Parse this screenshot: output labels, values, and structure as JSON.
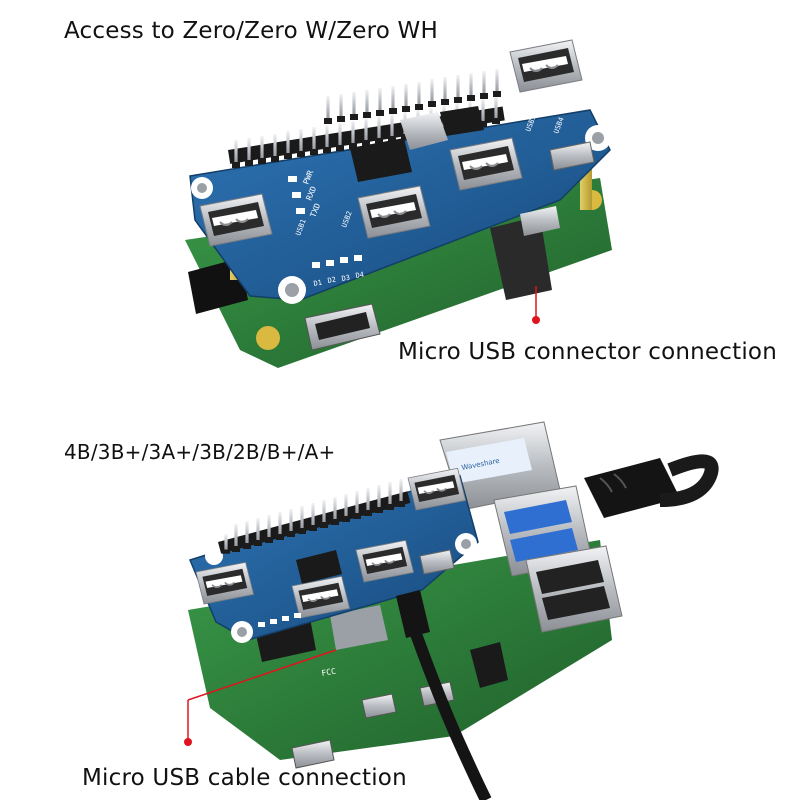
{
  "captions": {
    "top_title": "Access to Zero/Zero W/Zero WH",
    "top_annotation": "Micro USB connector connection",
    "bottom_title": "4B/3B+/3A+/3B/2B/B+/A+",
    "bottom_annotation": "Micro USB cable connection"
  },
  "silkscreen": {
    "pwr": "PWR",
    "rxd": "RXD",
    "txd": "TXD",
    "usb1": "USB1",
    "usb2": "USB2",
    "usb3": "USB3",
    "usb4": "USB4",
    "d1": "D1",
    "d2": "D2",
    "d3": "D3",
    "d4": "D4",
    "fcc": "FCC",
    "waveshare": "Waveshare"
  },
  "colors": {
    "hat_blue": "#1f5f9c",
    "pi_green": "#2c7d3a",
    "callout_red": "#e0141e",
    "metal": "#c9ccd0",
    "cable": "#1a1a1a"
  }
}
